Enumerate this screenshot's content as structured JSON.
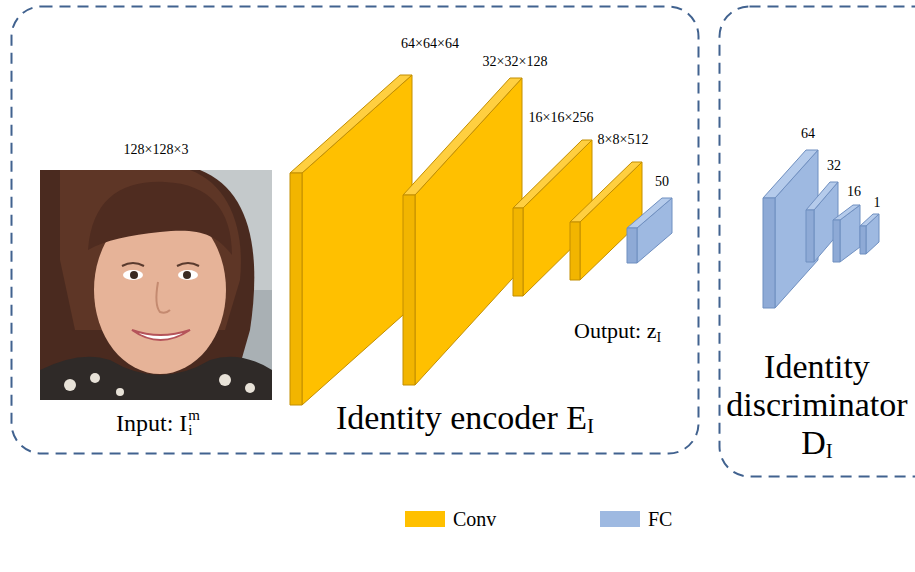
{
  "diagram": {
    "nodes": [
      {
        "text": [
          "Identity encoder E"
        ]
      },
      {
        "text": [
          "Identity discriminator",
          "D"
        ]
      }
    ],
    "labels": [
      "128×128×3",
      "64×64×64",
      "32×32×128",
      "16×16×256",
      "8×8×512",
      "50",
      "Input: I",
      "m",
      "i",
      "Output: z",
      "I",
      "I",
      "64",
      "32",
      "16",
      "1",
      "I"
    ],
    "legend": [
      {
        "text": "Conv",
        "color": "#ffc000"
      },
      {
        "text": "FC",
        "color": "#9eb9e1"
      }
    ]
  }
}
